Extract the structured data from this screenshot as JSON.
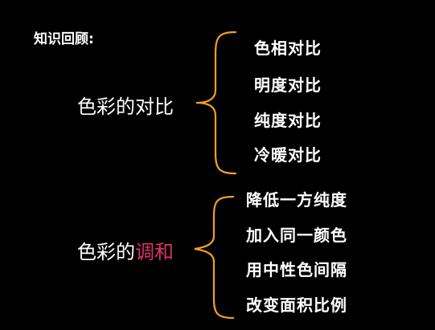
{
  "title": "知识回顾:",
  "groups": [
    {
      "label": "色彩的对比",
      "items": [
        "色相对比",
        "明度对比",
        "纯度对比",
        "冷暖对比"
      ]
    },
    {
      "label_prefix": "色彩的",
      "label_highlight": "调和",
      "items": [
        "降低一方纯度",
        "加入同一颜色",
        "用中性色间隔",
        "改变面积比例"
      ]
    }
  ],
  "colors": {
    "background": "#000000",
    "text": "#ffffff",
    "brace": "#f0a020",
    "highlight": "#e0306a"
  }
}
